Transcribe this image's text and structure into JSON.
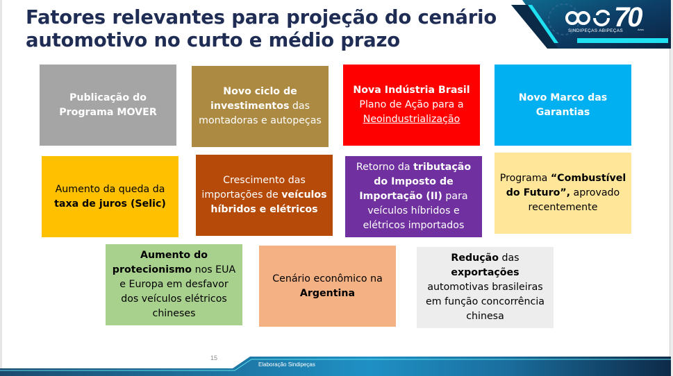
{
  "slide": {
    "title_line1": "Fatores relevantes para projeção do cenário",
    "title_line2": "automotivo no curto e médio prazo",
    "page_number": "15",
    "footer_source": "Elaboração Sindipeças",
    "logo": {
      "brands": "SINDIPEÇAS  ABIPEÇAS",
      "anniversary": "70",
      "anniversary_suffix": "Anos"
    },
    "colors": {
      "title": "#1f2d55",
      "banner_dark": "#0d2a4a",
      "banner_accent": "#1fe0f0"
    }
  },
  "boxes": [
    {
      "id": "mover",
      "bg": "#a5a5a5",
      "fg": "#ffffff",
      "parts": [
        {
          "t": "Publicação do Programa MOVER",
          "b": true
        }
      ]
    },
    {
      "id": "investimentos",
      "bg": "#ad8a42",
      "fg": "#ffffff",
      "parts": [
        {
          "t": "Novo ciclo de investimentos",
          "b": true
        },
        {
          "t": " das montadoras e autopeças",
          "b": false
        }
      ]
    },
    {
      "id": "nova-industria",
      "bg": "#ff0000",
      "fg": "#ffffff",
      "parts": [
        {
          "t": "Nova Indústria Brasil",
          "b": true,
          "br": true
        },
        {
          "t": "Plano de Ação para a ",
          "b": false,
          "br": true
        },
        {
          "t": "Neoindustrialização",
          "b": false,
          "u": true
        }
      ]
    },
    {
      "id": "marco-garantias",
      "bg": "#00b0f0",
      "fg": "#ffffff",
      "parts": [
        {
          "t": "Novo Marco das Garantias",
          "b": true
        }
      ]
    },
    {
      "id": "juros",
      "bg": "#ffc000",
      "fg": "#000000",
      "parts": [
        {
          "t": "Aumento da queda da ",
          "b": false
        },
        {
          "t": "taxa de juros (Selic)",
          "b": true
        }
      ]
    },
    {
      "id": "importacoes",
      "bg": "#b54a09",
      "fg": "#ffffff",
      "parts": [
        {
          "t": "Crescimento das importações de ",
          "b": false
        },
        {
          "t": "veículos híbridos e elétricos",
          "b": true
        }
      ]
    },
    {
      "id": "tributacao",
      "bg": "#7030a0",
      "fg": "#ffffff",
      "parts": [
        {
          "t": "Retorno da ",
          "b": false
        },
        {
          "t": "tributação do Imposto de Importação (II)",
          "b": true
        },
        {
          "t": " para veículos híbridos e elétricos importados",
          "b": false
        }
      ]
    },
    {
      "id": "combustivel",
      "bg": "#ffe699",
      "fg": "#000000",
      "parts": [
        {
          "t": "Programa ",
          "b": false
        },
        {
          "t": "“Combustível do Futuro”,",
          "b": true
        },
        {
          "t": " aprovado recentemente",
          "b": false
        }
      ]
    },
    {
      "id": "protecionismo",
      "bg": "#a9d18e",
      "fg": "#000000",
      "parts": [
        {
          "t": "Aumento do protecionismo",
          "b": true
        },
        {
          "t": " nos EUA e Europa em desfavor dos veículos elétricos chineses",
          "b": false
        }
      ]
    },
    {
      "id": "argentina",
      "bg": "#f4b183",
      "fg": "#000000",
      "parts": [
        {
          "t": "Cenário econômico na ",
          "b": false
        },
        {
          "t": "Argentina",
          "b": true
        }
      ]
    },
    {
      "id": "exportacoes",
      "bg": "#ededed",
      "fg": "#000000",
      "parts": [
        {
          "t": "Redução",
          "b": true
        },
        {
          "t": " das ",
          "b": false
        },
        {
          "t": "exportações",
          "b": true
        },
        {
          "t": " automotivas brasileiras em função concorrência chinesa",
          "b": false
        }
      ]
    }
  ]
}
